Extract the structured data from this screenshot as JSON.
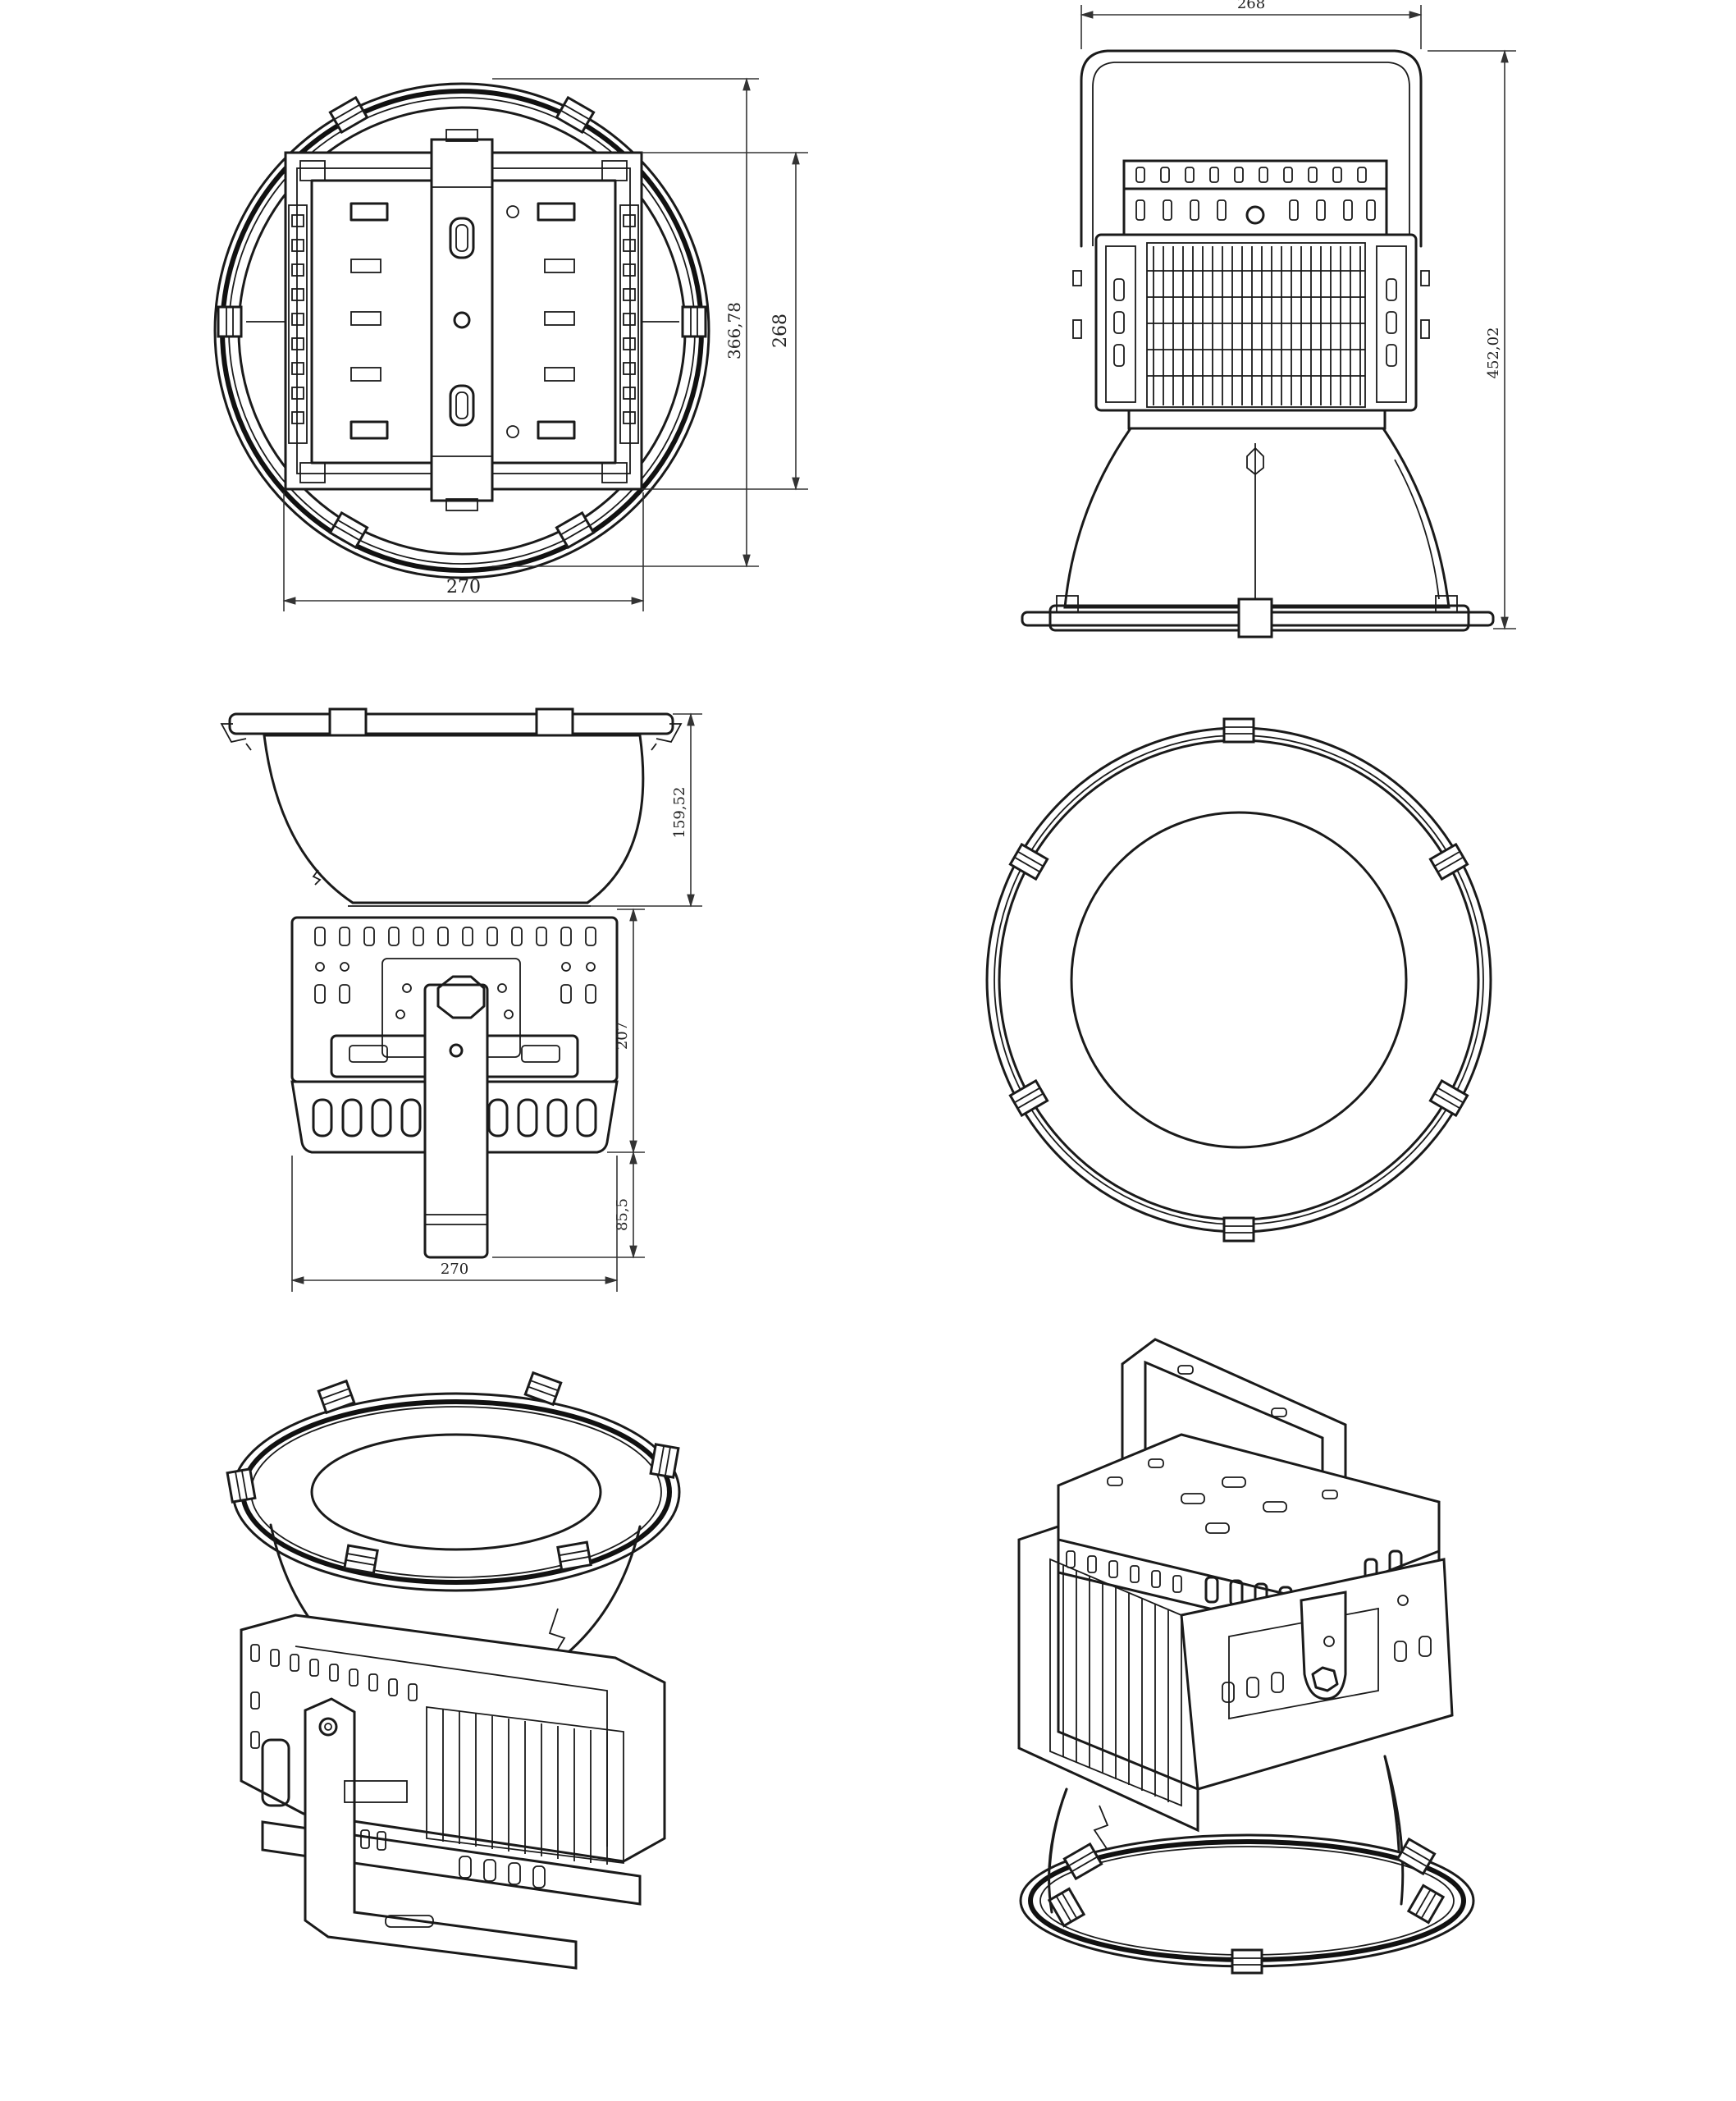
{
  "drawing": {
    "dimensions": {
      "top_view_width": "270",
      "top_view_height_outer": "366,78",
      "top_view_height_inner": "268",
      "front_view_width": "268",
      "front_view_height": "452,02",
      "side_view_reflector_height": "159,52",
      "side_view_body_height": "207",
      "side_view_bracket_height": "85,5",
      "side_view_width": "270"
    }
  }
}
